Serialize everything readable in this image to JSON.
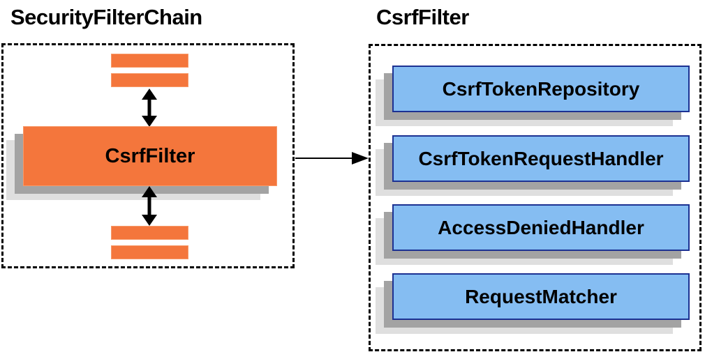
{
  "left_panel": {
    "title": "SecurityFilterChain",
    "node_label": "CsrfFilter"
  },
  "right_panel": {
    "title": "CsrfFilter",
    "components": [
      {
        "label": "CsrfTokenRepository"
      },
      {
        "label": "CsrfTokenRequestHandler"
      },
      {
        "label": "AccessDeniedHandler"
      },
      {
        "label": "RequestMatcher"
      }
    ]
  },
  "colors": {
    "node_orange": "#f4763c",
    "node_blue_fill": "#85bdf2",
    "node_blue_border": "#1c3192",
    "shadow_dark": "#a3a3a3",
    "shadow_light": "#dfdfdf",
    "arrow": "#000000",
    "text": "#000000"
  }
}
